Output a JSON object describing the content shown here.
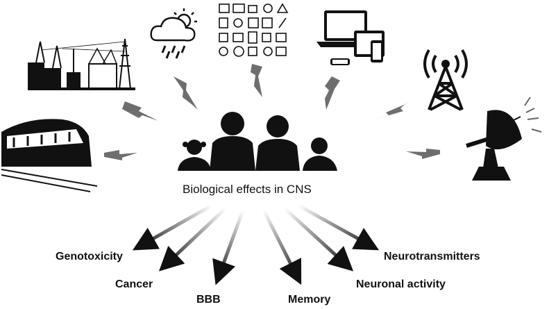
{
  "central_label": "Biological effects in CNS",
  "sources": [
    {
      "icon": "power-substation-icon"
    },
    {
      "icon": "storm-cloud-icon"
    },
    {
      "icon": "household-appliances-icon"
    },
    {
      "icon": "laptop-tablet-phone-icon"
    },
    {
      "icon": "radio-tower-icon"
    },
    {
      "icon": "train-icon"
    },
    {
      "icon": "satellite-dish-icon"
    }
  ],
  "center_icon": "family-silhouette-icon",
  "effects": [
    {
      "label": "Genotoxicity"
    },
    {
      "label": "Cancer"
    },
    {
      "label": "BBB"
    },
    {
      "label": "Memory"
    },
    {
      "label": "Neuronal activity"
    },
    {
      "label": "Neurotransmitters"
    }
  ],
  "colors": {
    "bolt": "#6e6e6e",
    "icon": "#111111",
    "arrow": "#1a1a1a"
  }
}
